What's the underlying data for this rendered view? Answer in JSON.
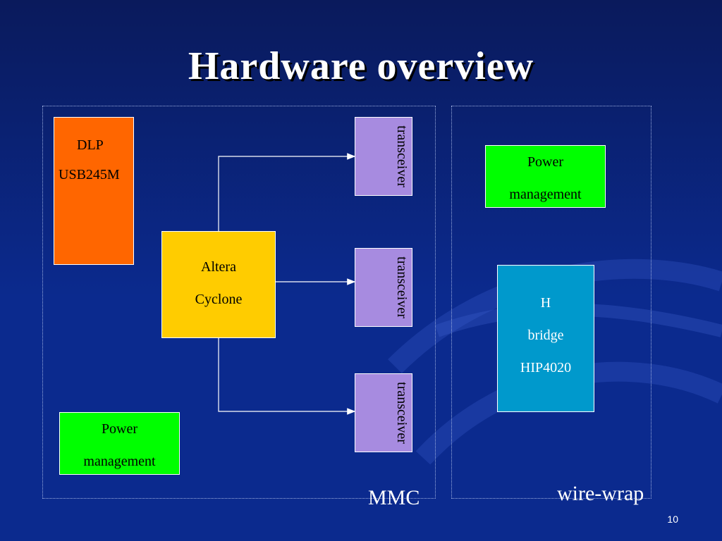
{
  "slide": {
    "title": "Hardware overview",
    "page_number": "10"
  },
  "diagram": {
    "mmc_frame_label": "MMC",
    "wirewrap_frame_label": "wire-wrap",
    "dlp_box": {
      "lines": [
        "DLP",
        "USB245M"
      ]
    },
    "fpga_box": {
      "lines": [
        "Altera",
        "Cyclone"
      ]
    },
    "power_left": {
      "lines": [
        "Power",
        "management"
      ]
    },
    "power_right": {
      "lines": [
        "Power",
        "management"
      ]
    },
    "hbridge_box": {
      "lines": [
        "H",
        "bridge",
        "HIP4020"
      ]
    },
    "transceivers": [
      "transceiver",
      "transceiver",
      "transceiver"
    ],
    "colors": {
      "background": "#0b2a8e",
      "dlp": "#ff6600",
      "fpga": "#ffcc00",
      "power": "#00ff00",
      "transceiver": "#a78be0",
      "hbridge": "#0099cc",
      "connector": "#ffffff"
    }
  }
}
